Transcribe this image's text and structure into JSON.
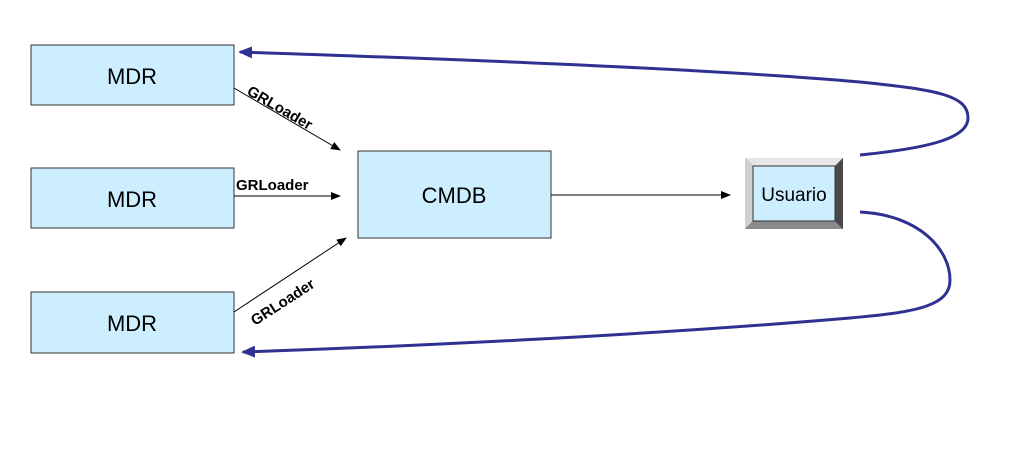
{
  "nodes": {
    "mdr_top": {
      "label": "MDR"
    },
    "mdr_middle": {
      "label": "MDR"
    },
    "mdr_bottom": {
      "label": "MDR"
    },
    "cmdb": {
      "label": "CMDB"
    },
    "user": {
      "label": "Usuario"
    }
  },
  "edges": {
    "loader_top": {
      "label": "GRLoader"
    },
    "loader_middle": {
      "label": "GRLoader"
    },
    "loader_bottom": {
      "label": "GRLoader"
    }
  },
  "colors": {
    "box_fill": "#cdeeff",
    "curve_stroke": "#2e3192",
    "user_bevel_light": "#e0e0e0",
    "user_bevel_dark": "#555555"
  }
}
